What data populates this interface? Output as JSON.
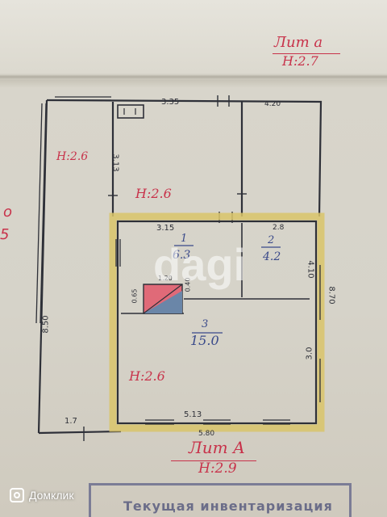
{
  "header": {
    "lit_a_small": "Лит а",
    "height_a_small": "Н:2.7"
  },
  "footer": {
    "lit_a_big": "Лит А",
    "height_a_big": "Н:2.9",
    "stamp_text": "Текущая инвентаризация"
  },
  "watermark": {
    "brand": "Домклик",
    "center": "dagi"
  },
  "dimensions": {
    "top_left": "3.35",
    "top_right": "4.20",
    "left_inner_vertical": "3.13",
    "left_outer": "8.50",
    "inner_top_left": "3.15",
    "inner_top_right": "2.8",
    "right_upper": "4.10",
    "right_total": "8.70",
    "right_lower": "3.0",
    "bottom_inner": "5.13",
    "bottom_outer": "5.80",
    "bottom_left": "1.7",
    "stair_width": "1.20",
    "stair_depth": "0.65",
    "stair_side": "0.40"
  },
  "rooms": [
    {
      "number": "1",
      "area": "6.3"
    },
    {
      "number": "2",
      "area": "4.2"
    },
    {
      "number": "3",
      "area": "15.0"
    }
  ],
  "heights": {
    "left_strip": "Н:2.6",
    "veranda": "Н:2.6",
    "main": "Н:2.6"
  },
  "edge_marks": {
    "left_letter": "о",
    "left_digit": "5"
  }
}
